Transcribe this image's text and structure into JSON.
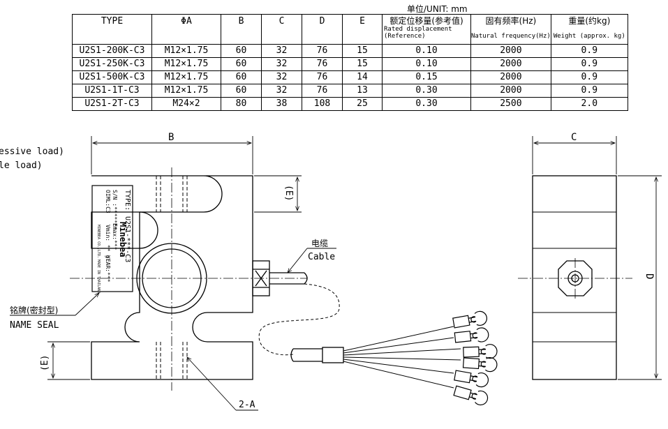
{
  "unit_label": "单位/UNIT: mm",
  "table": {
    "headers": {
      "type": "TYPE",
      "a": "ΦA",
      "b": "B",
      "c": "C",
      "d": "D",
      "e": "E",
      "disp_cn": "额定位移量(参考值)",
      "disp_en1": "Rated displacement",
      "disp_en2": "(Reference)",
      "freq_cn": "固有频率(Hz)",
      "freq_en": "Natural frequency(Hz)",
      "weight_cn": "重量(约kg)",
      "weight_en": "Weight (approx. kg)"
    },
    "rows": [
      [
        "U2S1-200K-C3",
        "M12×1.75",
        "60",
        "32",
        "76",
        "15",
        "0.10",
        "2000",
        "0.9"
      ],
      [
        "U2S1-250K-C3",
        "M12×1.75",
        "60",
        "32",
        "76",
        "15",
        "0.10",
        "2000",
        "0.9"
      ],
      [
        "U2S1-500K-C3",
        "M12×1.75",
        "60",
        "32",
        "76",
        "14",
        "0.15",
        "2000",
        "0.9"
      ],
      [
        "U2S1-1T-C3",
        "M12×1.75",
        "60",
        "32",
        "76",
        "13",
        "0.30",
        "2000",
        "0.9"
      ],
      [
        "U2S1-2T-C3",
        "M24×2",
        "80",
        "38",
        "108",
        "25",
        "0.30",
        "2500",
        "2.0"
      ]
    ]
  },
  "drawing": {
    "dim_b": "B",
    "dim_c": "C",
    "dim_d": "D",
    "dim_e_top": "(E)",
    "dim_e_bottom": "(E)",
    "load_line1": "essive load)",
    "load_line2": "le load)",
    "cable_cn": "电缆",
    "cable_en": "Cable",
    "nameseal_cn": "铭牌(密封型)",
    "nameseal_en": "NAME SEAL",
    "thread_label": "2-A",
    "plate": {
      "brand": "Minebea",
      "type_label": "TYPE:",
      "type_value": "U2S1-***-C3",
      "sn": "S/N :*******",
      "emax": "Emax:***",
      "oiml": "OIML:C3",
      "vmin": "Vmin: ** g",
      "year": "YEAR:***",
      "maker": "MINEBEA CO.,LTD.",
      "made_in": "MADE IN THAILAND"
    }
  }
}
